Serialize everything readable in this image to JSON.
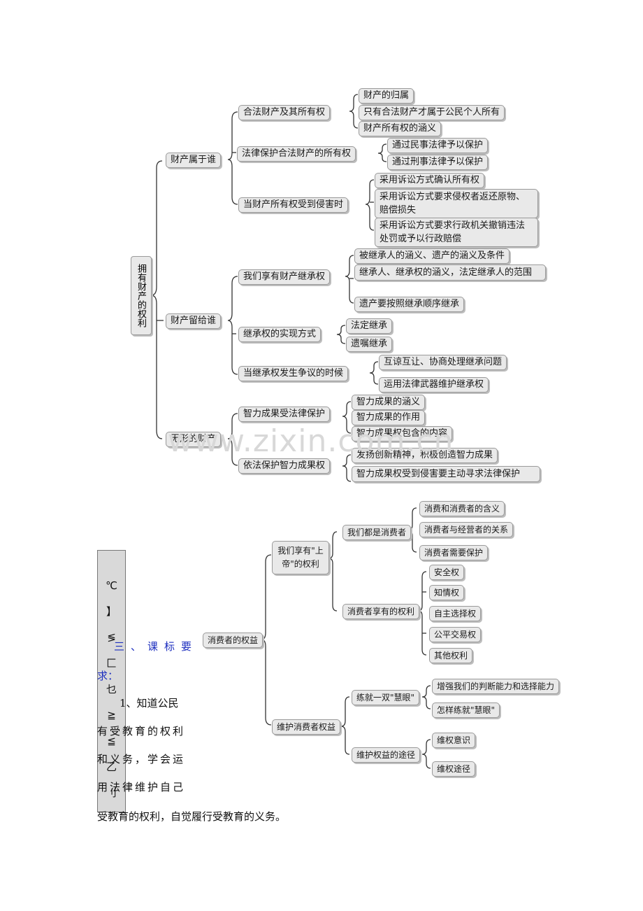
{
  "diagram1": {
    "root": "拥有财产的权利",
    "branch1": {
      "label": "财产属于谁",
      "sub1": {
        "label": "合法财产及其所有权",
        "items": [
          "财产的归属",
          "只有合法财产才属于公民个人所有",
          "财产所有权的涵义"
        ]
      },
      "sub2": {
        "label": "法律保护合法财产的所有权",
        "items": [
          "通过民事法律予以保护",
          "通过刑事法律予以保护"
        ]
      },
      "sub3": {
        "label": "当财产所有权受到侵害时",
        "items": [
          "采用诉讼方式确认所有权",
          "采用诉讼方式要求侵权者返还原物、赔偿损失",
          "采用诉讼方式要求行政机关撤销违法处罚或予以行政赔偿"
        ]
      }
    },
    "branch2": {
      "label": "财产留给谁",
      "sub1": {
        "label": "我们享有财产继承权",
        "items": [
          "被继承人的涵义、遗产的涵义及条件",
          "继承人、继承权的涵义，法定继承人的范围",
          "遗产要按照继承顺序继承"
        ]
      },
      "sub2": {
        "label": "继承权的实现方式",
        "items": [
          "法定继承",
          "遗嘱继承"
        ]
      },
      "sub3": {
        "label": "当继承权发生争议的时候",
        "items": [
          "互谅互让、协商处理继承问题",
          "运用法律武器维护继承权"
        ]
      }
    },
    "branch3": {
      "label": "无形的财产",
      "sub1": {
        "label": "智力成果受法律保护",
        "items": [
          "智力成果的涵义",
          "智力成果的作用",
          "智力成果权包含的内容"
        ]
      },
      "sub2": {
        "label": "依法保护智力成果权",
        "items": [
          "发扬创新精神，积极创造智力成果",
          "智力成果权受到侵害要主动寻求法律保护"
        ]
      }
    }
  },
  "watermark": "www.zixin.com.cn",
  "diagram2": {
    "root": "消费者的权益",
    "branch1": {
      "label": "我们享有\"上帝\"的权利",
      "sub1": {
        "label": "我们都是消费者",
        "items": [
          "消费和消费者的含义",
          "消费者与经营者的关系",
          "消费者需要保护"
        ]
      },
      "sub2": {
        "label": "消费者享有的权利",
        "items": [
          "安全权",
          "知情权",
          "自主选择权",
          "公平交易权",
          "其他权利"
        ]
      }
    },
    "branch2": {
      "label": "维护消费者权益",
      "sub1": {
        "label": "练就一双\"慧眼\"",
        "items": [
          "增强我们的判断能力和选择能力",
          "怎样练就\"慧眼\""
        ]
      },
      "sub2": {
        "label": "维护权益的途径",
        "items": [
          "维权意识",
          "维权途径"
        ]
      }
    }
  },
  "vertical_box_chars": [
    "℃",
    "】",
    "≶",
    "匚",
    "乜",
    "≧",
    "≦",
    "乙",
    "刂"
  ],
  "text": {
    "heading": "三、课标要",
    "heading2": "求：",
    "line1": "1、知道公民",
    "line2": "有受教育的权利",
    "line3": "和义务，学会运",
    "line4": "用法律维护自己",
    "line5": "受教育的权利，自觉履行受教育的义务。"
  }
}
